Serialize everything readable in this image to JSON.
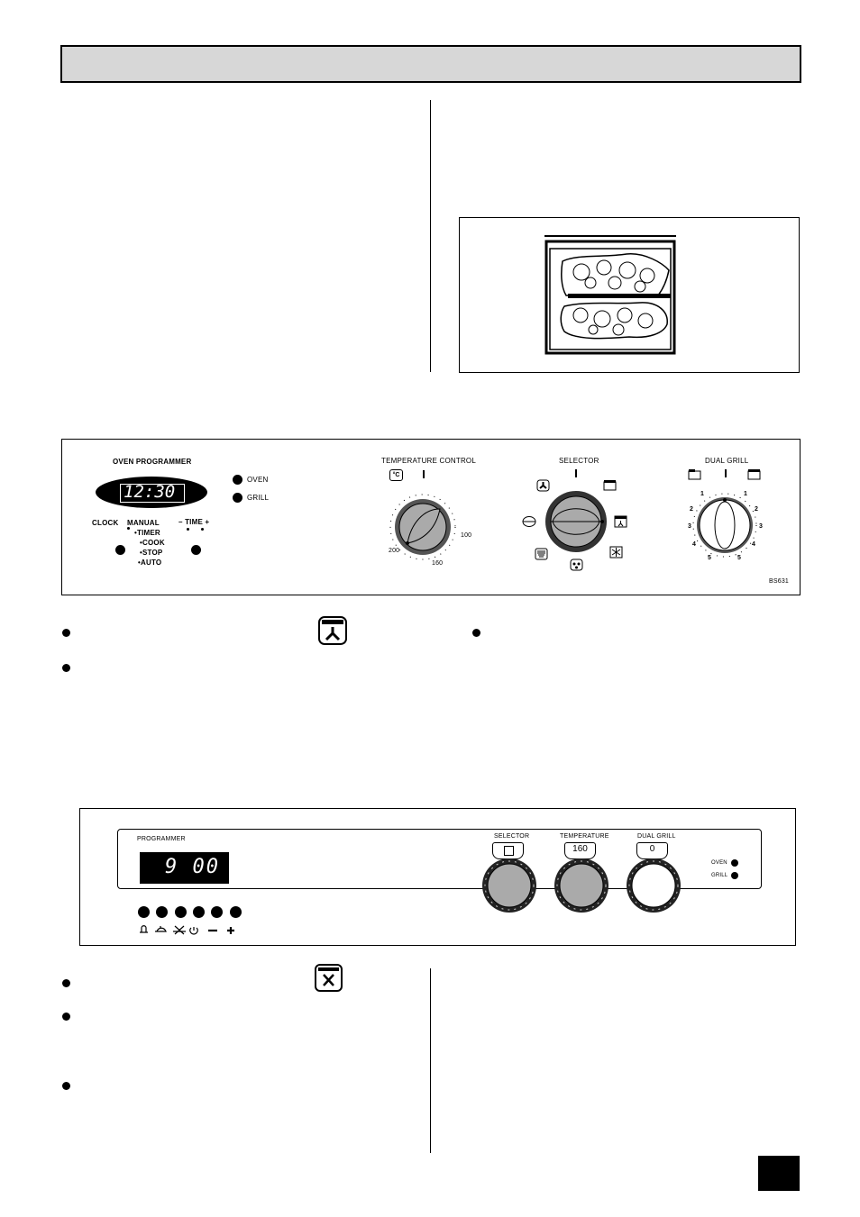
{
  "header": {
    "title": ""
  },
  "figure1": {
    "programmer_title": "OVEN PROGRAMMER",
    "display_value": "12:30",
    "indicators": [
      "OVEN",
      "GRILL"
    ],
    "mode_labels": {
      "clock": "CLOCK",
      "manual": "MANUAL",
      "time": "– TIME +"
    },
    "program_list": [
      "TIMER",
      "COOK",
      "STOP",
      "AUTO"
    ],
    "temperature_title": "TEMPERATURE CONTROL",
    "temp_unit": "°C",
    "temp_scale": [
      "200",
      "160",
      "100"
    ],
    "selector_title": "SELECTOR",
    "dual_grill_title": "DUAL GRILL",
    "grill_scale": [
      "1",
      "2",
      "3",
      "4",
      "5"
    ],
    "code": "BS631"
  },
  "figure2": {
    "programmer_title": "PROGRAMMER",
    "display_value": "9 00",
    "selector_title": "SELECTOR",
    "temperature_title": "TEMPERATURE",
    "temperature_value": "160",
    "dual_grill_title": "DUAL GRILL",
    "dual_grill_value": "0",
    "indicators": [
      "OVEN",
      "GRILL"
    ],
    "button_symbols": [
      "bell",
      "cook",
      "stop",
      "power",
      "−",
      "+"
    ]
  },
  "page": {
    "number": ""
  },
  "icons": {
    "fan_symbol": "fan-oven-icon",
    "pastry_symbol": "cook-pan-icon",
    "bullets": [
      "bullet-icon"
    ]
  }
}
